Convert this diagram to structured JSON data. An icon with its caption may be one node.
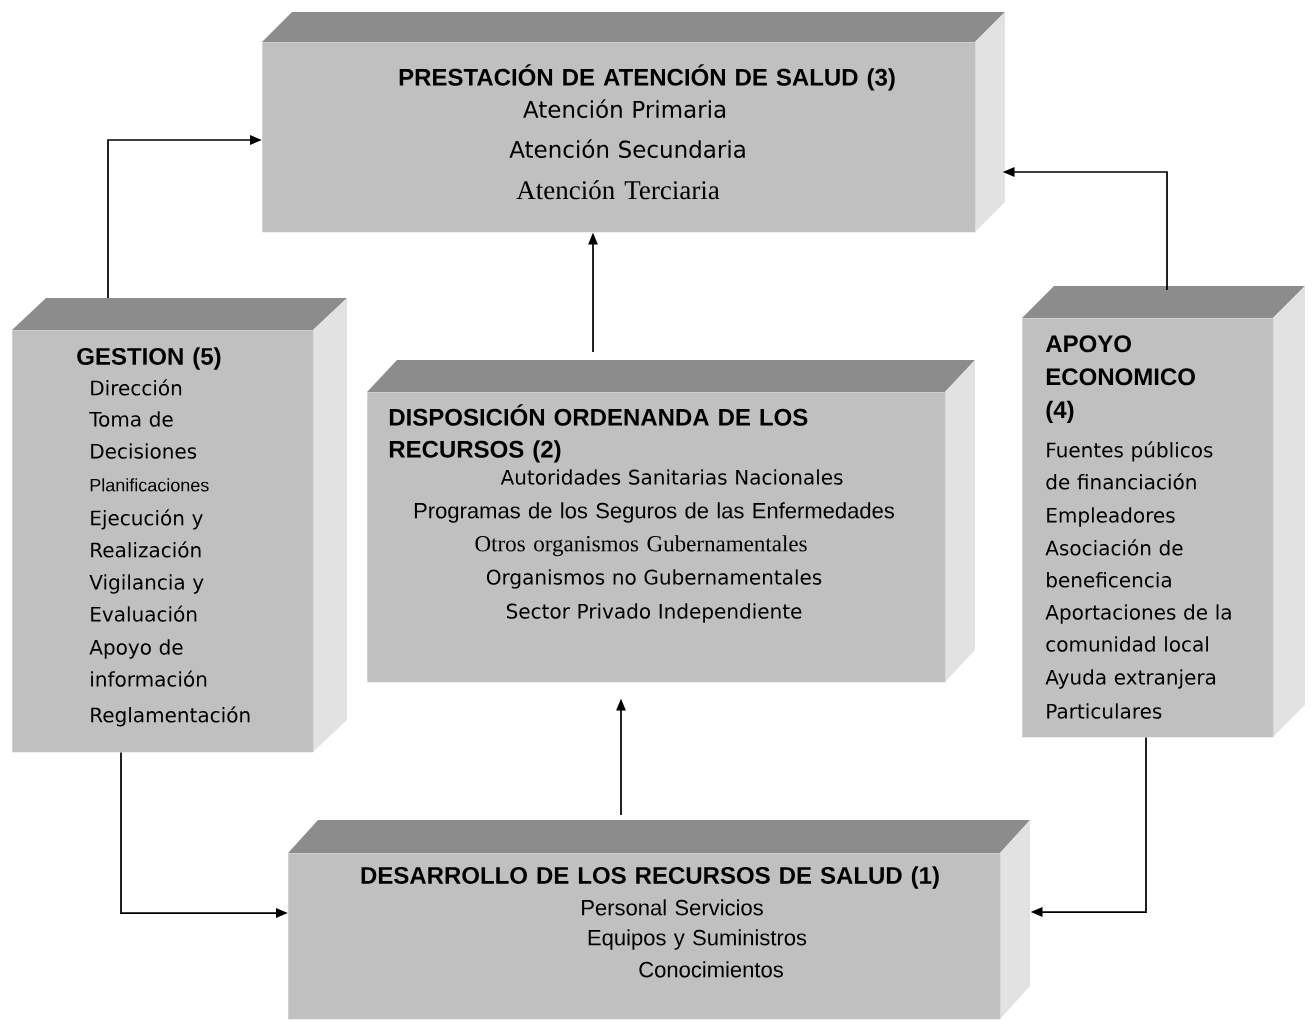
{
  "diagram": {
    "nodes": [
      {
        "text": [
          "PRESTACIÓN DE ATENCIÓN DE SALUD (3)",
          "Atención Primaria",
          "Atención Secundaria",
          "Atención Terciaria"
        ]
      },
      {
        "text": [
          "GESTION (5)",
          "Dirección",
          "Toma de Decisiones",
          "Planificaciones",
          "Ejecución y Realización",
          "Vigilancia y Evaluación",
          "Apoyo de información",
          "Reglamentación"
        ]
      },
      {
        "text": [
          "DISPOSICIÓN ORDENANDA DE LOS RECURSOS (2)",
          "Autoridades Sanitarias Nacionales",
          "Programas de los Seguros de las Enfermedades",
          "Otros organismos Gubernamentales",
          "Organismos no Gubernamentales",
          "Sector Privado Independiente"
        ]
      },
      {
        "text": [
          "APOYO ECONOMICO (4)",
          "Fuentes públicos de financiación",
          "Empleadores",
          "Asociación de beneficencia",
          "Aportaciones de la comunidad local",
          "Ayuda extranjera",
          "Particulares"
        ]
      },
      {
        "text": [
          "DESARROLLO DE LOS RECURSOS DE SALUD (1)",
          "Personal Servicios",
          "Equipos y Suministros",
          "Conocimientos"
        ]
      }
    ],
    "edges": [
      {
        "from": 1,
        "to": 0,
        "arrow": "to"
      },
      {
        "from": 2,
        "to": 0,
        "arrow": "to"
      },
      {
        "from": 3,
        "to": 0,
        "arrow": "to"
      },
      {
        "from": 4,
        "to": 2,
        "arrow": "to"
      },
      {
        "from": 1,
        "to": 4,
        "arrow": "to"
      },
      {
        "from": 3,
        "to": 4,
        "arrow": "to"
      }
    ]
  }
}
